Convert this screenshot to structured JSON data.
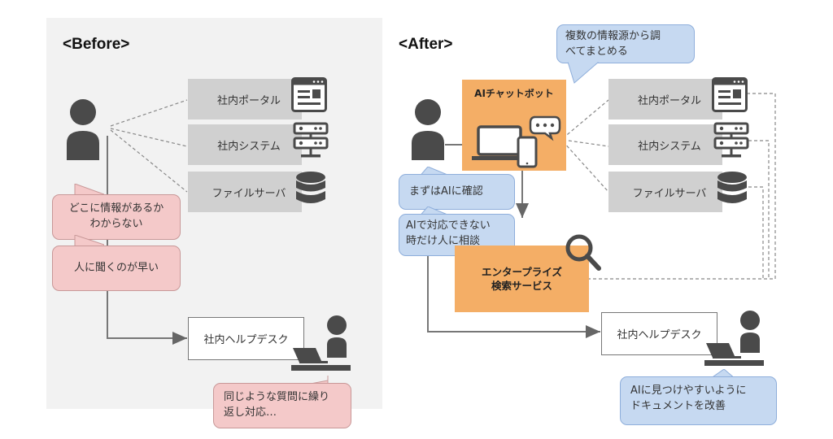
{
  "before": {
    "title": "<Before>",
    "sources": [
      {
        "label": "社内ポータル",
        "icon": "portal-window-icon"
      },
      {
        "label": "社内システム",
        "icon": "server-icon"
      },
      {
        "label": "ファイルサーバ",
        "icon": "database-icon"
      }
    ],
    "bubbles": {
      "where": "どこに情報があるか\nわからない",
      "ask": "人に聞くのが早い",
      "repeat": "同じような質問に繰り\n返し対応…"
    },
    "helpdesk_label": "社内ヘルプデスク"
  },
  "after": {
    "title": "<After>",
    "chatbot_label": "AIチャットボット",
    "search_label": "エンタープライズ\n検索サービス",
    "sources": [
      {
        "label": "社内ポータル",
        "icon": "portal-window-icon"
      },
      {
        "label": "社内システム",
        "icon": "server-icon"
      },
      {
        "label": "ファイルサーバ",
        "icon": "database-icon"
      }
    ],
    "bubbles": {
      "multi_source": "複数の情報源から調\nべてまとめる",
      "ask_ai_first": "まずはAIに確認",
      "consult_human": "AIで対応できない\n時だけ人に相談",
      "improve_docs": "AIに見つけやすいように\nドキュメントを改善"
    },
    "helpdesk_label": "社内ヘルプデスク"
  },
  "colors": {
    "before_bg": "#f2f2f2",
    "source_box": "#d0d0d0",
    "pink_bubble": "#f4c9c9",
    "blue_bubble": "#c6d9f1",
    "orange_box": "#f4ae66",
    "icon_dark": "#4a4a4a"
  }
}
